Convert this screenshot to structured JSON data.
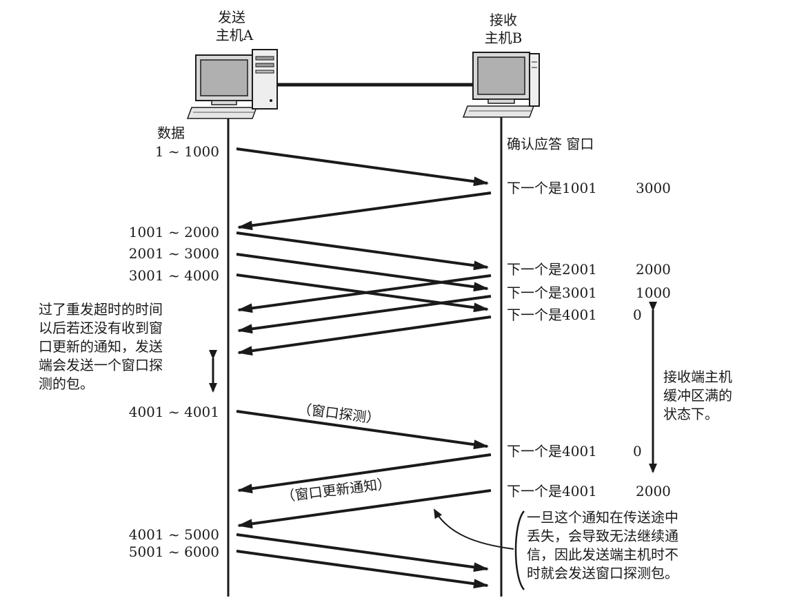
{
  "hosts": {
    "sender": {
      "line1": "发送",
      "line2": "主机A",
      "icon": "desktop-computer-icon"
    },
    "receiver": {
      "line1": "接收",
      "line2": "主机B",
      "icon": "desktop-computer-icon"
    }
  },
  "headers": {
    "data": "数据",
    "ack_window": "确认应答 窗口"
  },
  "segments": [
    "1 ~ 1000",
    "1001 ~ 2000",
    "2001 ~ 3000",
    "3001 ~ 4000",
    "4001 ~ 4001",
    "4001 ~ 5000",
    "5001 ~ 6000"
  ],
  "acks": [
    {
      "next": "下一个是1001",
      "window": "3000"
    },
    {
      "next": "下一个是2001",
      "window": "2000"
    },
    {
      "next": "下一个是3001",
      "window": "1000"
    },
    {
      "next": "下一个是4001",
      "window": "0"
    },
    {
      "next": "下一个是4001",
      "window": "0"
    },
    {
      "next": "下一个是4001",
      "window": "2000"
    }
  ],
  "labels": {
    "probe": "（窗口探测）",
    "update": "（窗口更新通知）"
  },
  "notes": {
    "timeout": "过了重发超时的时间\n以后若还没有收到窗\n口更新的通知，发送\n端会发送一个窗口探\n测的包。",
    "buffer_full": "接收端主机\n缓冲区满的\n状态下。",
    "loss": "一旦这个通知在传送途中\n丢失，会导致无法继续通\n信，因此发送端主机时不\n时就会发送窗口探测包。"
  },
  "colors": {
    "ink": "#1a1a1a",
    "screen": "#b0b0b0"
  }
}
